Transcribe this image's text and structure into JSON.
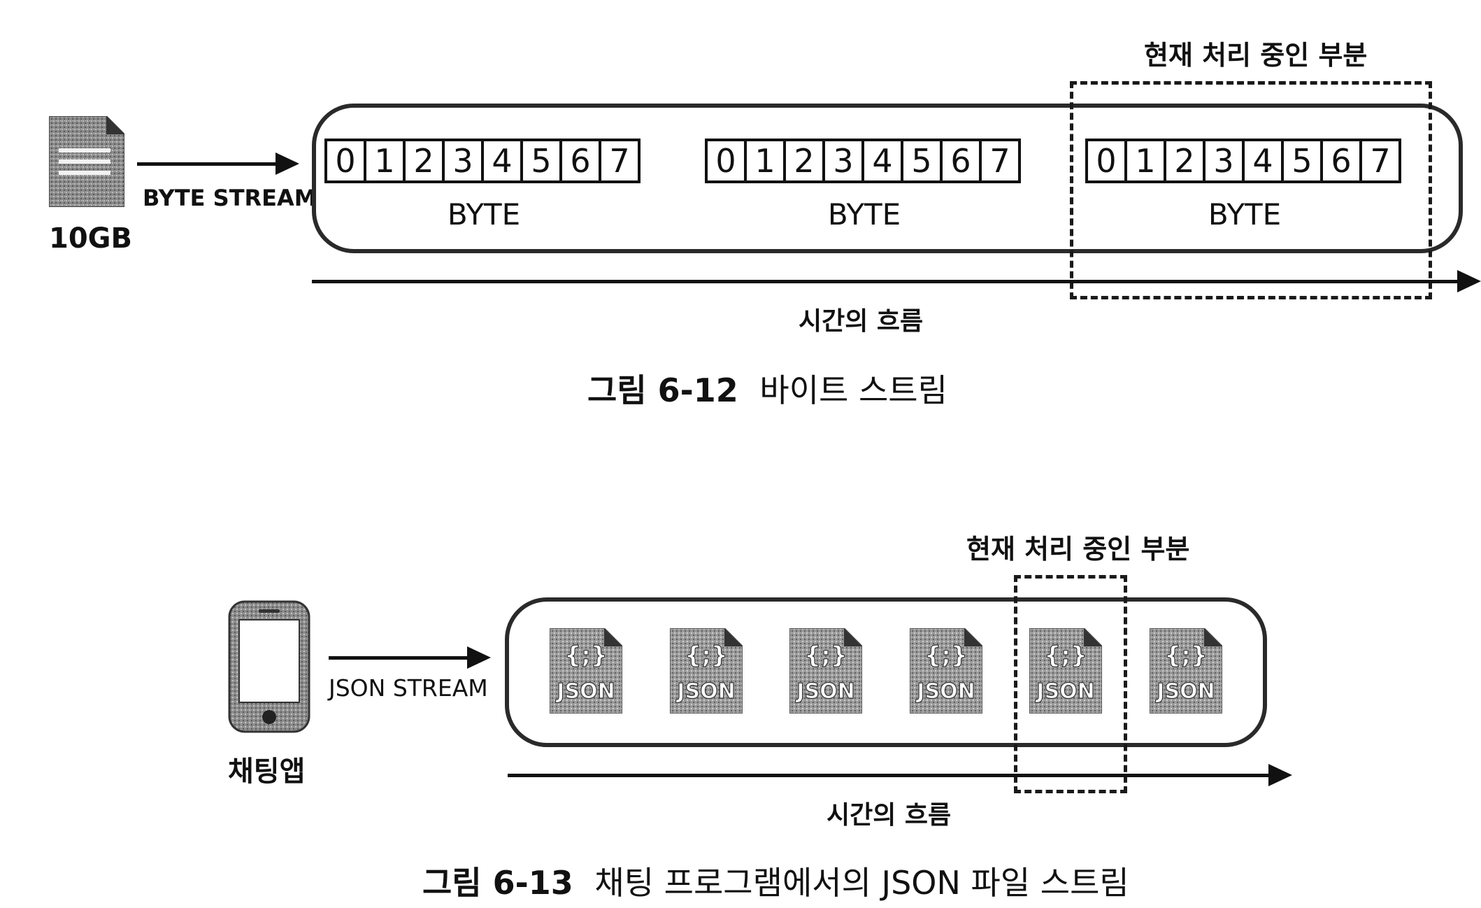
{
  "figure1": {
    "file_size_label": "10GB",
    "stream_label": "BYTE STREAM",
    "processing_label": "현재 처리 중인 부분",
    "bits": [
      "0",
      "1",
      "2",
      "3",
      "4",
      "5",
      "6",
      "7"
    ],
    "byte_label": "BYTE",
    "time_label": "시간의 흐름",
    "caption_number": "그림 6-12",
    "caption_text": "바이트 스트림"
  },
  "figure2": {
    "source_label": "채팅앱",
    "stream_label": "JSON STREAM",
    "processing_label": "현재 처리 중인 부분",
    "json_text": "JSON",
    "json_glyph": "{;}",
    "json_count": 6,
    "time_label": "시간의 흐름",
    "caption_number": "그림 6-13",
    "caption_text": "채팅 프로그램에서의 JSON 파일 스트림"
  },
  "icons": {
    "file": "document-icon",
    "phone": "smartphone-icon",
    "json": "json-file-icon"
  }
}
